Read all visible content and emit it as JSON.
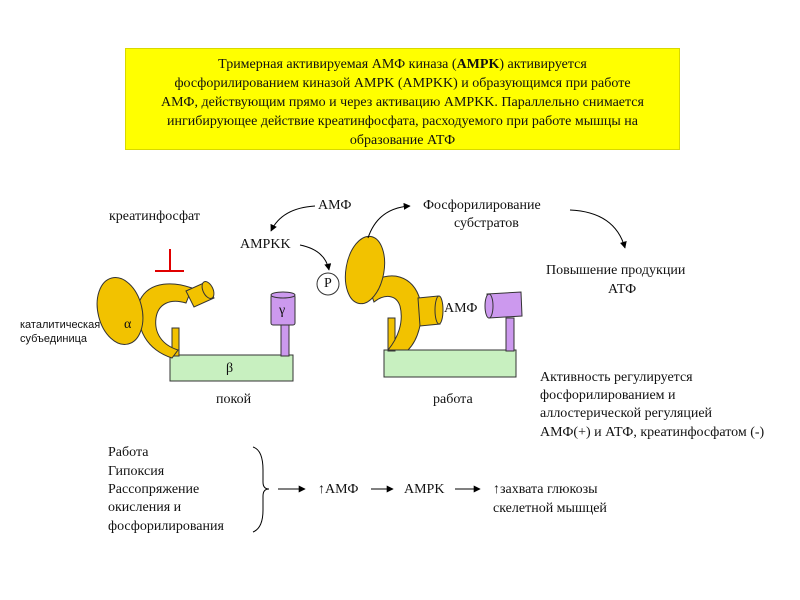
{
  "header": {
    "line1_a": "Тримерная активируемая АМФ киназа (",
    "line1_b": "AMPK",
    "line1_c": ") активируется",
    "line2": "фосфорилированием киназой AMPK (AMPKK) и образующимся при работе",
    "line3": "АМФ, действующим прямо и через активацию AMPKK. Параллельно снимается",
    "line4": "ингибирующее действие креатинфосфата, расходуемого при работе мышцы на",
    "line5": "образование АТФ"
  },
  "diagram": {
    "creatine": "креатинфосфат",
    "catalytic_1": "каталитическая",
    "catalytic_2": "субъединица",
    "alpha": "α",
    "beta": "β",
    "gamma": "γ",
    "rest": "покой",
    "work": "работа",
    "amp_top": "АМФ",
    "ampkk": "AMPKK",
    "p": "P",
    "amp_bind": "АМФ",
    "phospho_1": "Фосфорилирование",
    "phospho_2": "субстратов",
    "atp_1": "Повышение продукции",
    "atp_2": "АТФ",
    "reg_1": "Активность регулируется",
    "reg_2": "фосфорилированием и",
    "reg_3": "аллостерической регуляцией",
    "reg_4": "АМФ(+) и АТФ, креатинфосфатом (-)"
  },
  "bottom": {
    "causes": [
      "Работа",
      "Гипоксия",
      "Рассопряжение",
      "окисления и",
      "фосфорилирования"
    ],
    "amp_up": "↑АМФ",
    "ampk": "AMPK",
    "glucose_1": "↑захвата глюкозы",
    "glucose_2": "скелетной мышцей"
  },
  "colors": {
    "highlight": "#ffff00",
    "alpha_fill": "#f2c200",
    "beta_fill": "#c8f0c0",
    "gamma_fill": "#cc99ee",
    "inhibit": "#e00000"
  }
}
